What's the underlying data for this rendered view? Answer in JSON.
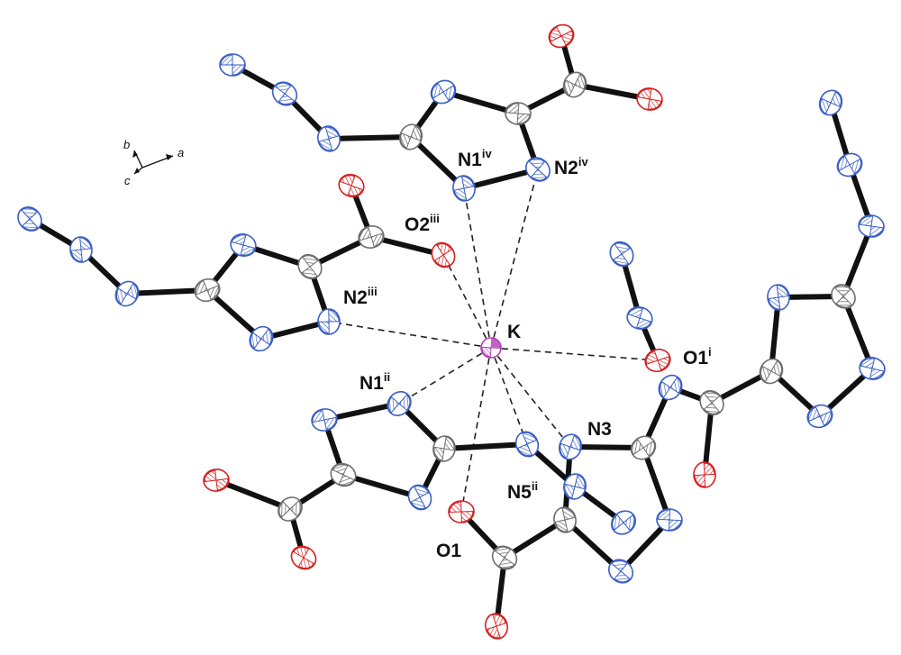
{
  "diagram": {
    "colors": {
      "bond": "#111111",
      "nitrogen": "#3a5fc4",
      "oxygen": "#d81e1e",
      "carbon": "#6e6e6e",
      "potassium": "#b23bb8"
    },
    "axes": {
      "a": "a",
      "b": "b",
      "c": "c"
    },
    "labels": [
      {
        "id": "k",
        "main": "K",
        "sup": ""
      },
      {
        "id": "n1iv",
        "main": "N1",
        "sup": "iv"
      },
      {
        "id": "n2iv",
        "main": "N2",
        "sup": "iv"
      },
      {
        "id": "o2iii",
        "main": "O2",
        "sup": "iii"
      },
      {
        "id": "n2iii",
        "main": "N2",
        "sup": "iii"
      },
      {
        "id": "o1i",
        "main": "O1",
        "sup": "i"
      },
      {
        "id": "n1ii",
        "main": "N1",
        "sup": "ii"
      },
      {
        "id": "n3",
        "main": "N3",
        "sup": ""
      },
      {
        "id": "n5ii",
        "main": "N5",
        "sup": "ii"
      },
      {
        "id": "o1",
        "main": "O1",
        "sup": ""
      }
    ]
  }
}
